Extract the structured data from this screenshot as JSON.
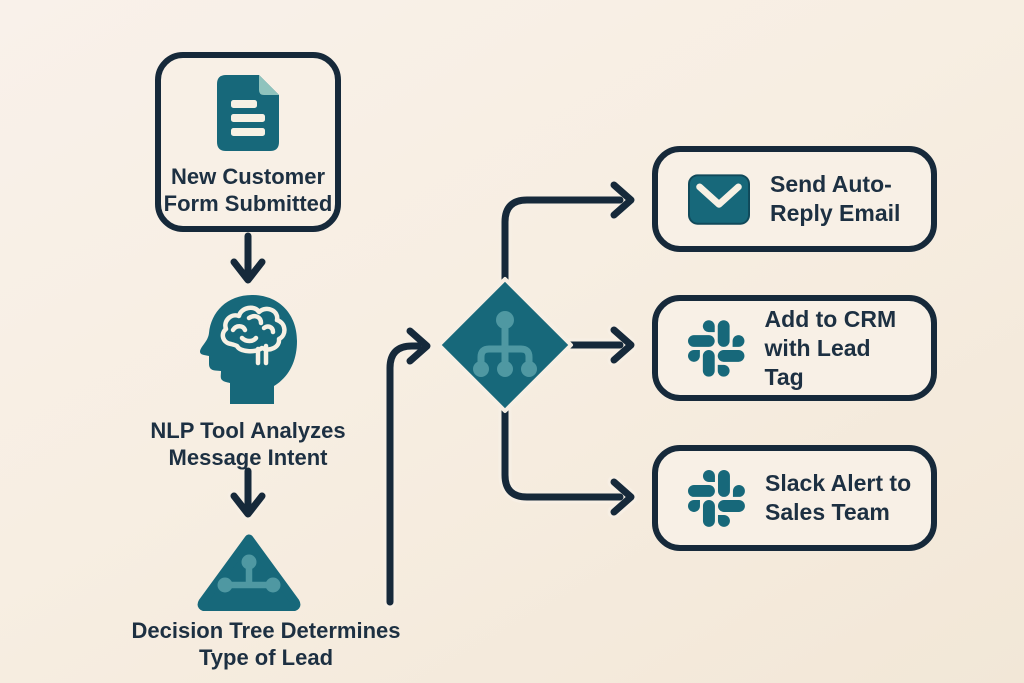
{
  "palette": {
    "background_cream": "#f7eee2",
    "outline_navy": "#16293a",
    "text_navy": "#1d3042",
    "teal": "#17687a",
    "teal_light": "#4f98a2",
    "fold_green": "#8fc3bd",
    "icon_cream": "#f7f1e4"
  },
  "nodes": {
    "start": {
      "icon": "document-icon",
      "lines": [
        "New Customer",
        "Form Submitted"
      ]
    },
    "nlp": {
      "icon": "head-brain-icon",
      "lines": [
        "NLP Tool Analyzes",
        "Message Intent"
      ]
    },
    "decision": {
      "icon": "decision-tree-triangle-icon",
      "lines": [
        "Decision Tree Determines",
        "Type of Lead"
      ]
    },
    "router": {
      "icon": "sitemap-icon"
    }
  },
  "outputs": [
    {
      "icon": "email-icon",
      "lines": [
        "Send Auto-",
        "Reply Email"
      ]
    },
    {
      "icon": "slack-icon",
      "lines": [
        "Add to CRM",
        "with Lead Tag"
      ]
    },
    {
      "icon": "slack-icon",
      "lines": [
        "Slack Alert to",
        "Sales Team"
      ]
    }
  ]
}
